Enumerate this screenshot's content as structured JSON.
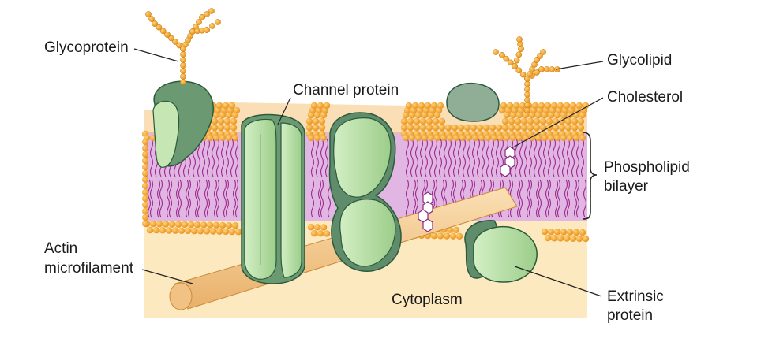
{
  "labels": {
    "glycoprotein": "Glycoprotein",
    "channel_protein": "Channel protein",
    "glycolipid": "Glycolipid",
    "cholesterol": "Cholesterol",
    "phospholipid_line1": "Phospholipid",
    "phospholipid_line2": "bilayer",
    "actin_line1": "Actin",
    "actin_line2": "microfilament",
    "cytoplasm": "Cytoplasm",
    "extrinsic_line1": "Extrinsic",
    "extrinsic_line2": "protein"
  },
  "colors": {
    "cytoplasm": "#fde9bf",
    "lipid_head": "#f5a623",
    "lipid_tail": "#9b2a8f",
    "bilayer_fill": "#d8a8dc",
    "protein_light": "#b9dfa8",
    "protein_dark": "#5f8c6a",
    "outline": "#2c5a3c",
    "actin": "#f3c98f"
  }
}
